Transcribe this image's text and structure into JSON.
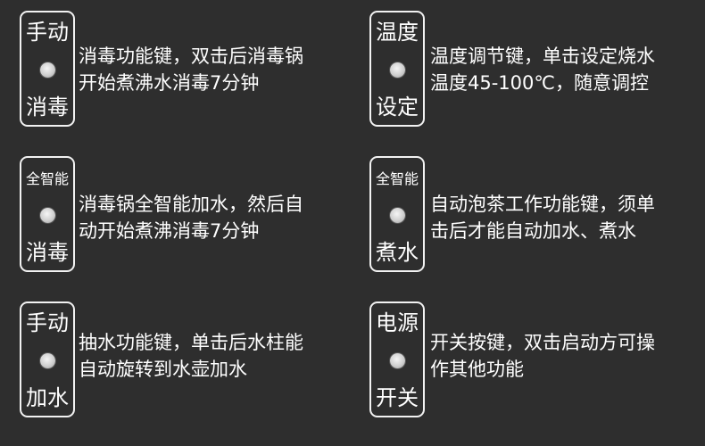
{
  "colors": {
    "background": "#2e2e2e",
    "text": "#ffffff",
    "border": "#f2f2f2"
  },
  "keys": [
    {
      "top": "手动",
      "bottom": "消毒",
      "desc": [
        "消毒功能键，双击后消毒锅",
        "开始煮沸水消毒7分钟"
      ]
    },
    {
      "top": "温度",
      "bottom": "设定",
      "desc": [
        "温度调节键，单击设定烧水",
        "温度45-100℃，随意调控"
      ]
    },
    {
      "top": "全智能",
      "bottom": "消毒",
      "desc": [
        "消毒锅全智能加水，然后自",
        "动开始煮沸消毒7分钟"
      ]
    },
    {
      "top": "全智能",
      "bottom": "煮水",
      "desc": [
        "自动泡茶工作功能键，须单",
        "击后才能自动加水、煮水"
      ]
    },
    {
      "top": "手动",
      "bottom": "加水",
      "desc": [
        "抽水功能键，单击后水柱能",
        "自动旋转到水壶加水"
      ]
    },
    {
      "top": "电源",
      "bottom": "开关",
      "desc": [
        "开关按键，双击启动方可操",
        "作其他功能"
      ]
    }
  ]
}
